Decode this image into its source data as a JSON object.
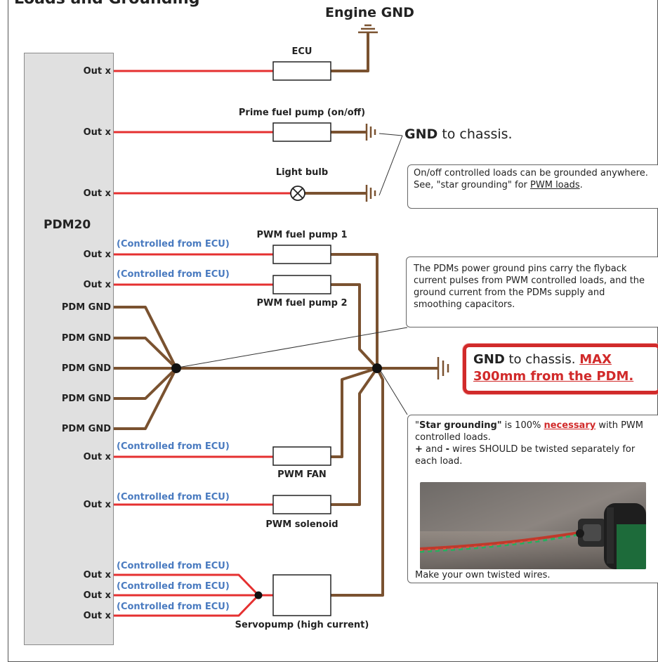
{
  "title": "Loads and Grounding",
  "engine_gnd": "Engine GND",
  "pdm_name": "PDM20",
  "pins": {
    "out": "Out x",
    "gnd": "PDM GND"
  },
  "controlled": "(Controlled from ECU)",
  "loads": {
    "ecu": "ECU",
    "prime_pump": "Prime fuel pump (on/off)",
    "light_bulb": "Light bulb",
    "pwm_pump1": "PWM fuel pump 1",
    "pwm_pump2": "PWM fuel pump 2",
    "pwm_fan": "PWM FAN",
    "pwm_solenoid": "PWM solenoid",
    "servopump": "Servopump (high current)"
  },
  "gnd_chassis": {
    "bold": "GND",
    "rest": " to chassis."
  },
  "note_onoff": {
    "line1": "On/off controlled loads can be grounded anywhere.",
    "line2_pre": "See, \"star grounding\" for ",
    "line2_link": "PWM loads",
    "line2_post": "."
  },
  "note_flyback": "The PDMs power ground pins carry the flyback current pulses from PWM controlled loads, and the ground current from the PDMs supply and smoothing capacitors.",
  "warn": {
    "bold": "GND",
    "mid": " to chassis. ",
    "red1": "MAX",
    "red2": "300mm from the PDM."
  },
  "note_star": {
    "q_open": "\"",
    "bold": "Star grounding\"",
    "mid": " is 100% ",
    "red": "necessary",
    "end": " with PWM controlled loads.",
    "plus": "+",
    "and": " and ",
    "minus": "-",
    "line3": " wires SHOULD be twisted separately for each load.",
    "caption": "Make your own twisted wires."
  },
  "colors": {
    "power_wire": "#e53030",
    "ground_wire": "#7a5230",
    "controlled_text": "#4a7bc0",
    "warning": "#d12a2a"
  }
}
